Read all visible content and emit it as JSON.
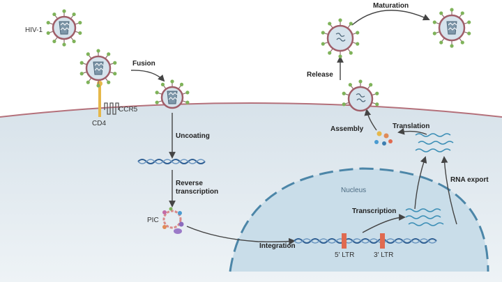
{
  "labels": {
    "hiv1": "HIV-1",
    "fusion": "Fusion",
    "cd4": "CD4",
    "ccr5": "CCR5",
    "uncoating": "Uncoating",
    "reverse_transcription": "Reverse\ntranscription",
    "pic": "PIC",
    "integration": "Integration",
    "ltr5": "5′ LTR",
    "ltr3": "3′ LTR",
    "nucleus": "Nucleus",
    "transcription": "Transcription",
    "rna_export": "RNA export",
    "translation": "Translation",
    "assembly": "Assembly",
    "release": "Release",
    "maturation": "Maturation"
  },
  "colors": {
    "cytoplasm": "#dfe8ee",
    "membrane": "#b4707a",
    "nucleus_fill": "#c9dde9",
    "nucleus_border": "#4c86a8",
    "dna": "#2f5f93",
    "rna": "#3d8fb6",
    "ltr": "#e06a50",
    "arrow": "#444444",
    "virion_fill": "#d6e3ec",
    "virion_border": "#a05e69",
    "spike_tip": "#7fb35a",
    "cd4": "#e6b84a"
  },
  "icons": [
    "virion-icon",
    "cd4-receptor-icon",
    "ccr5-coreceptor-icon",
    "pic-complex-icon",
    "protein-dots-icon"
  ]
}
